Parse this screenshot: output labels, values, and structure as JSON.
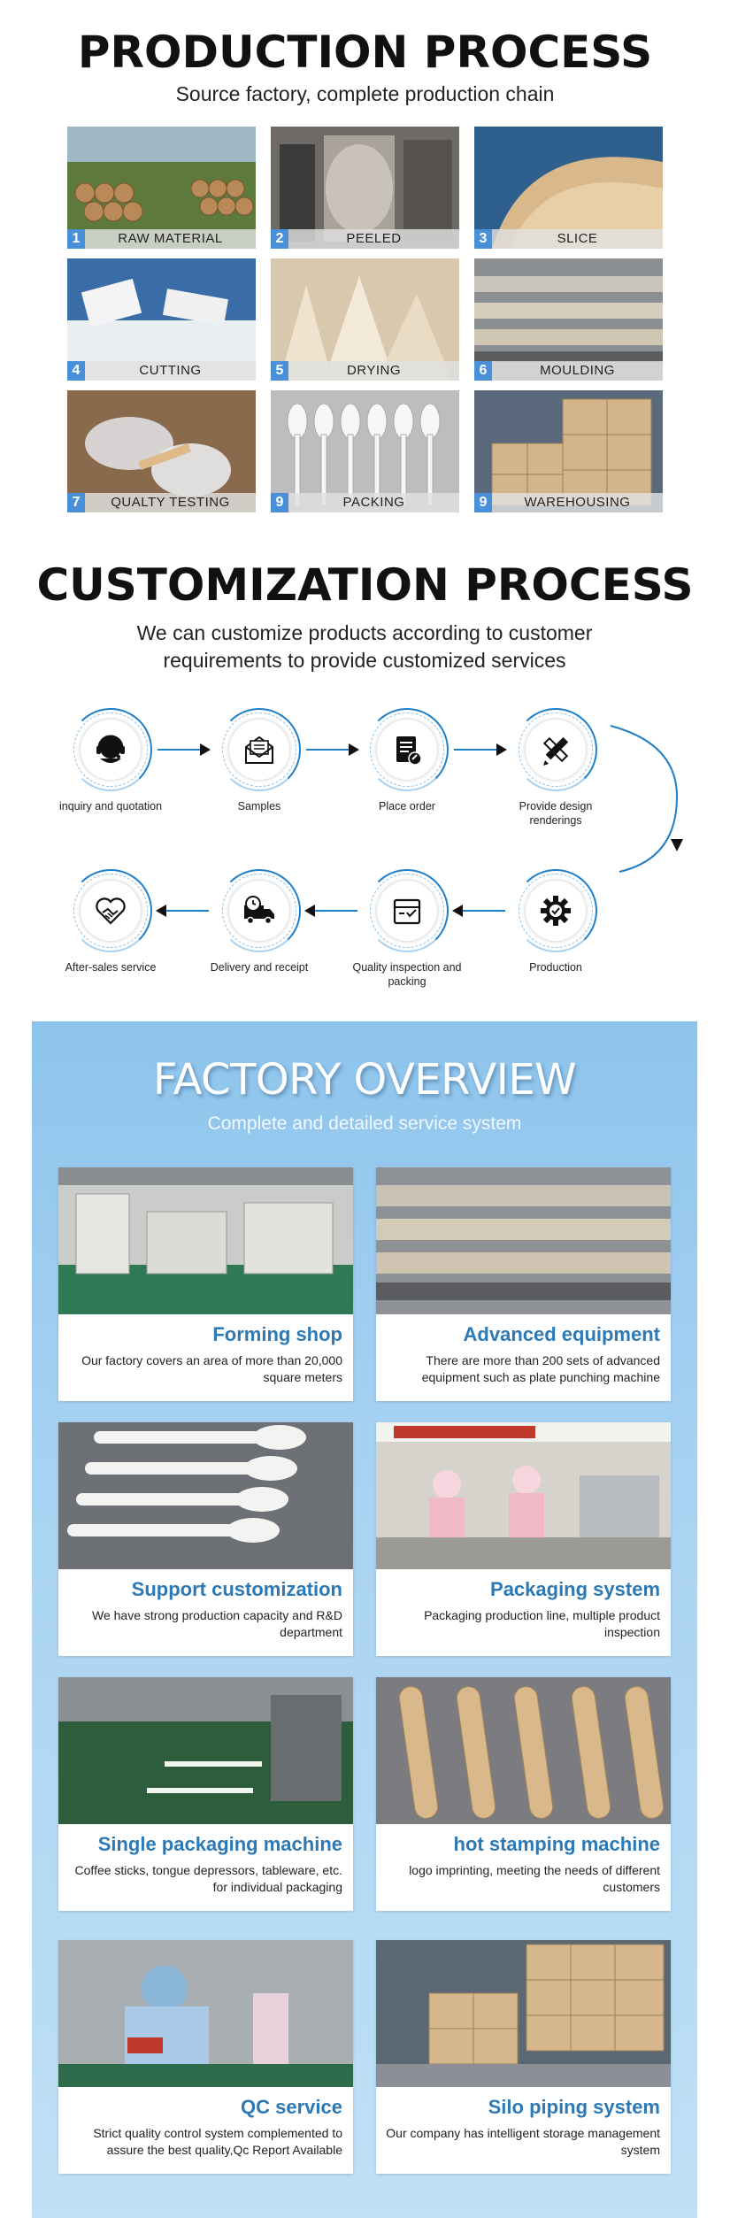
{
  "production": {
    "title": "PRODUCTION PROCESS",
    "subtitle": "Source factory, complete production chain",
    "steps": [
      {
        "num": "1",
        "label": "RAW MATERIAL"
      },
      {
        "num": "2",
        "label": "PEELED"
      },
      {
        "num": "3",
        "label": "SLICE"
      },
      {
        "num": "4",
        "label": "CUTTING"
      },
      {
        "num": "5",
        "label": "DRYING"
      },
      {
        "num": "6",
        "label": "MOULDING"
      },
      {
        "num": "7",
        "label": "QUALTY TESTING"
      },
      {
        "num": "9",
        "label": "PACKING"
      },
      {
        "num": "9",
        "label": "WAREHOUSING"
      }
    ]
  },
  "customization": {
    "title": "CUSTOMIZATION PROCESS",
    "subtitle": "We can customize products according to customer requirements to  provide customized services",
    "steps": [
      {
        "label": "inquiry and quotation",
        "icon": "headset-icon"
      },
      {
        "label": "Samples",
        "icon": "envelope-icon"
      },
      {
        "label": "Place order",
        "icon": "document-icon"
      },
      {
        "label": "Provide design renderings",
        "icon": "pencil-ruler-icon"
      },
      {
        "label": "Production",
        "icon": "gear-icon"
      },
      {
        "label": "Quality inspection and packing",
        "icon": "package-check-icon"
      },
      {
        "label": "Delivery and receipt",
        "icon": "truck-icon"
      },
      {
        "label": "After-sales service",
        "icon": "handshake-heart-icon"
      }
    ]
  },
  "factory": {
    "title": "FACTORY OVERVIEW",
    "subtitle": "Complete and detailed service system",
    "accent_color": "#2c79b6",
    "cards": [
      {
        "title": "Forming shop",
        "desc": "Our factory covers an area of more than 20,000 square meters"
      },
      {
        "title": "Advanced equipment",
        "desc": "There are more than 200 sets of advanced equipment such as plate punching machine"
      },
      {
        "title": "Support customization",
        "desc": "We have strong production capacity and R&D department"
      },
      {
        "title": "Packaging system",
        "desc": "Packaging production line, multiple product inspection"
      },
      {
        "title": "Single packaging machine",
        "desc": "Coffee sticks, tongue depressors, tableware, etc. for individual packaging"
      },
      {
        "title": "hot stamping machine",
        "desc": "logo imprinting, meeting the needs of different customers"
      },
      {
        "title": "QC service",
        "desc": "Strict quality control system complemented to assure the best quality,Qc Report Available"
      },
      {
        "title": "Silo piping system",
        "desc": "Our company has intelligent storage management system"
      }
    ]
  }
}
